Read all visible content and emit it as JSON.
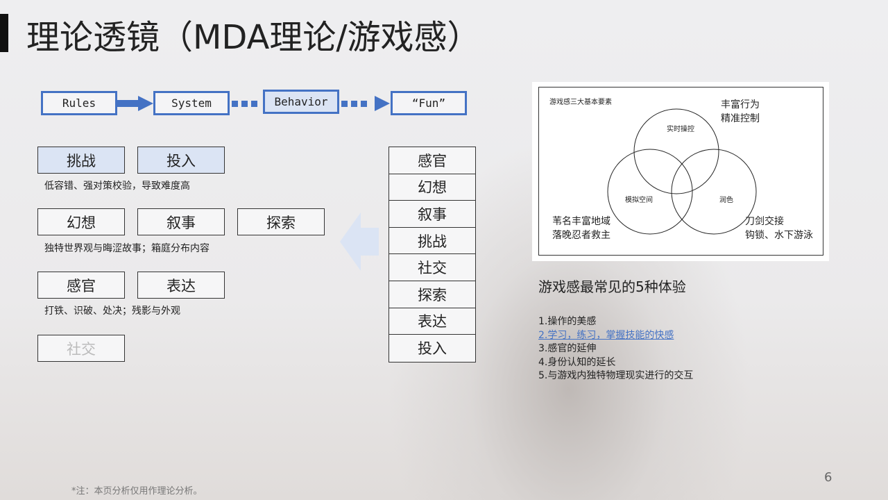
{
  "title": "理论透镜（MDA理论/游戏感）",
  "flow": [
    "Rules",
    "System",
    "Behavior",
    "“Fun”"
  ],
  "groups": [
    {
      "items": [
        "挑战",
        "投入"
      ],
      "caption": "低容错、强对策校验，导致难度高"
    },
    {
      "items": [
        "幻想",
        "叙事",
        "探索"
      ],
      "caption": "独特世界观与晦涩故事；箱庭分布内容"
    },
    {
      "items": [
        "感官",
        "表达"
      ],
      "caption": "打铁、识破、处决；残影与外观"
    },
    {
      "items": [
        "社交"
      ]
    }
  ],
  "aesthetics": [
    "感官",
    "幻想",
    "叙事",
    "挑战",
    "社交",
    "探索",
    "表达",
    "投入"
  ],
  "venn": {
    "title": "游戏感三大基本要素",
    "circles": [
      "实时操控",
      "模拟空间",
      "润色"
    ],
    "notes": {
      "top_right": [
        "丰富行为",
        "精准控制"
      ],
      "bottom_left": [
        "苇名丰富地域",
        "落晚忍者救主"
      ],
      "bottom_right": [
        "刀剑交接",
        "钩锁、水下游泳"
      ]
    }
  },
  "experience": {
    "heading": "游戏感最常见的5种体验",
    "items": [
      "1.操作的美感",
      "2.学习，练习，掌握技能的快感",
      "3.感官的延伸",
      "4.身份认知的延长",
      "5.与游戏内独特物理现实进行的交互"
    ]
  },
  "footnote": "*注：本页分析仅用作理论分析。",
  "page_number": "6"
}
